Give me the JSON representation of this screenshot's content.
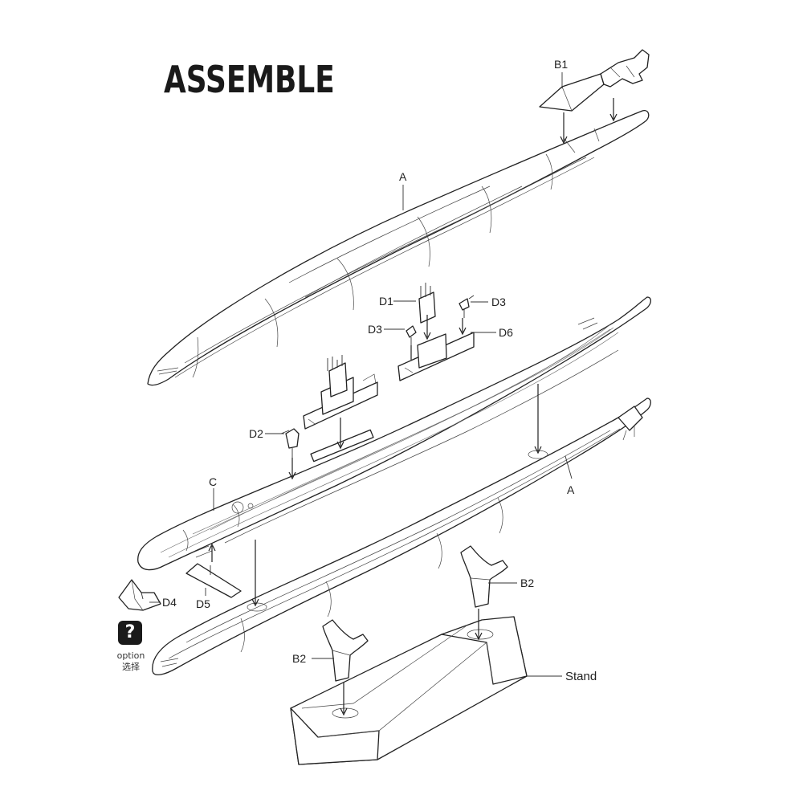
{
  "title": "ASSEMBLE",
  "labels": {
    "b1": "B1",
    "a_top": "A",
    "d1": "D1",
    "d3_right": "D3",
    "d3_left": "D3",
    "d6": "D6",
    "d2": "D2",
    "c": "C",
    "a_bottom": "A",
    "d4": "D4",
    "d5": "D5",
    "b2_right": "B2",
    "b2_left": "B2",
    "stand": "Stand"
  },
  "option": {
    "icon": "?",
    "text_en": "option",
    "text_cn": "选择"
  }
}
